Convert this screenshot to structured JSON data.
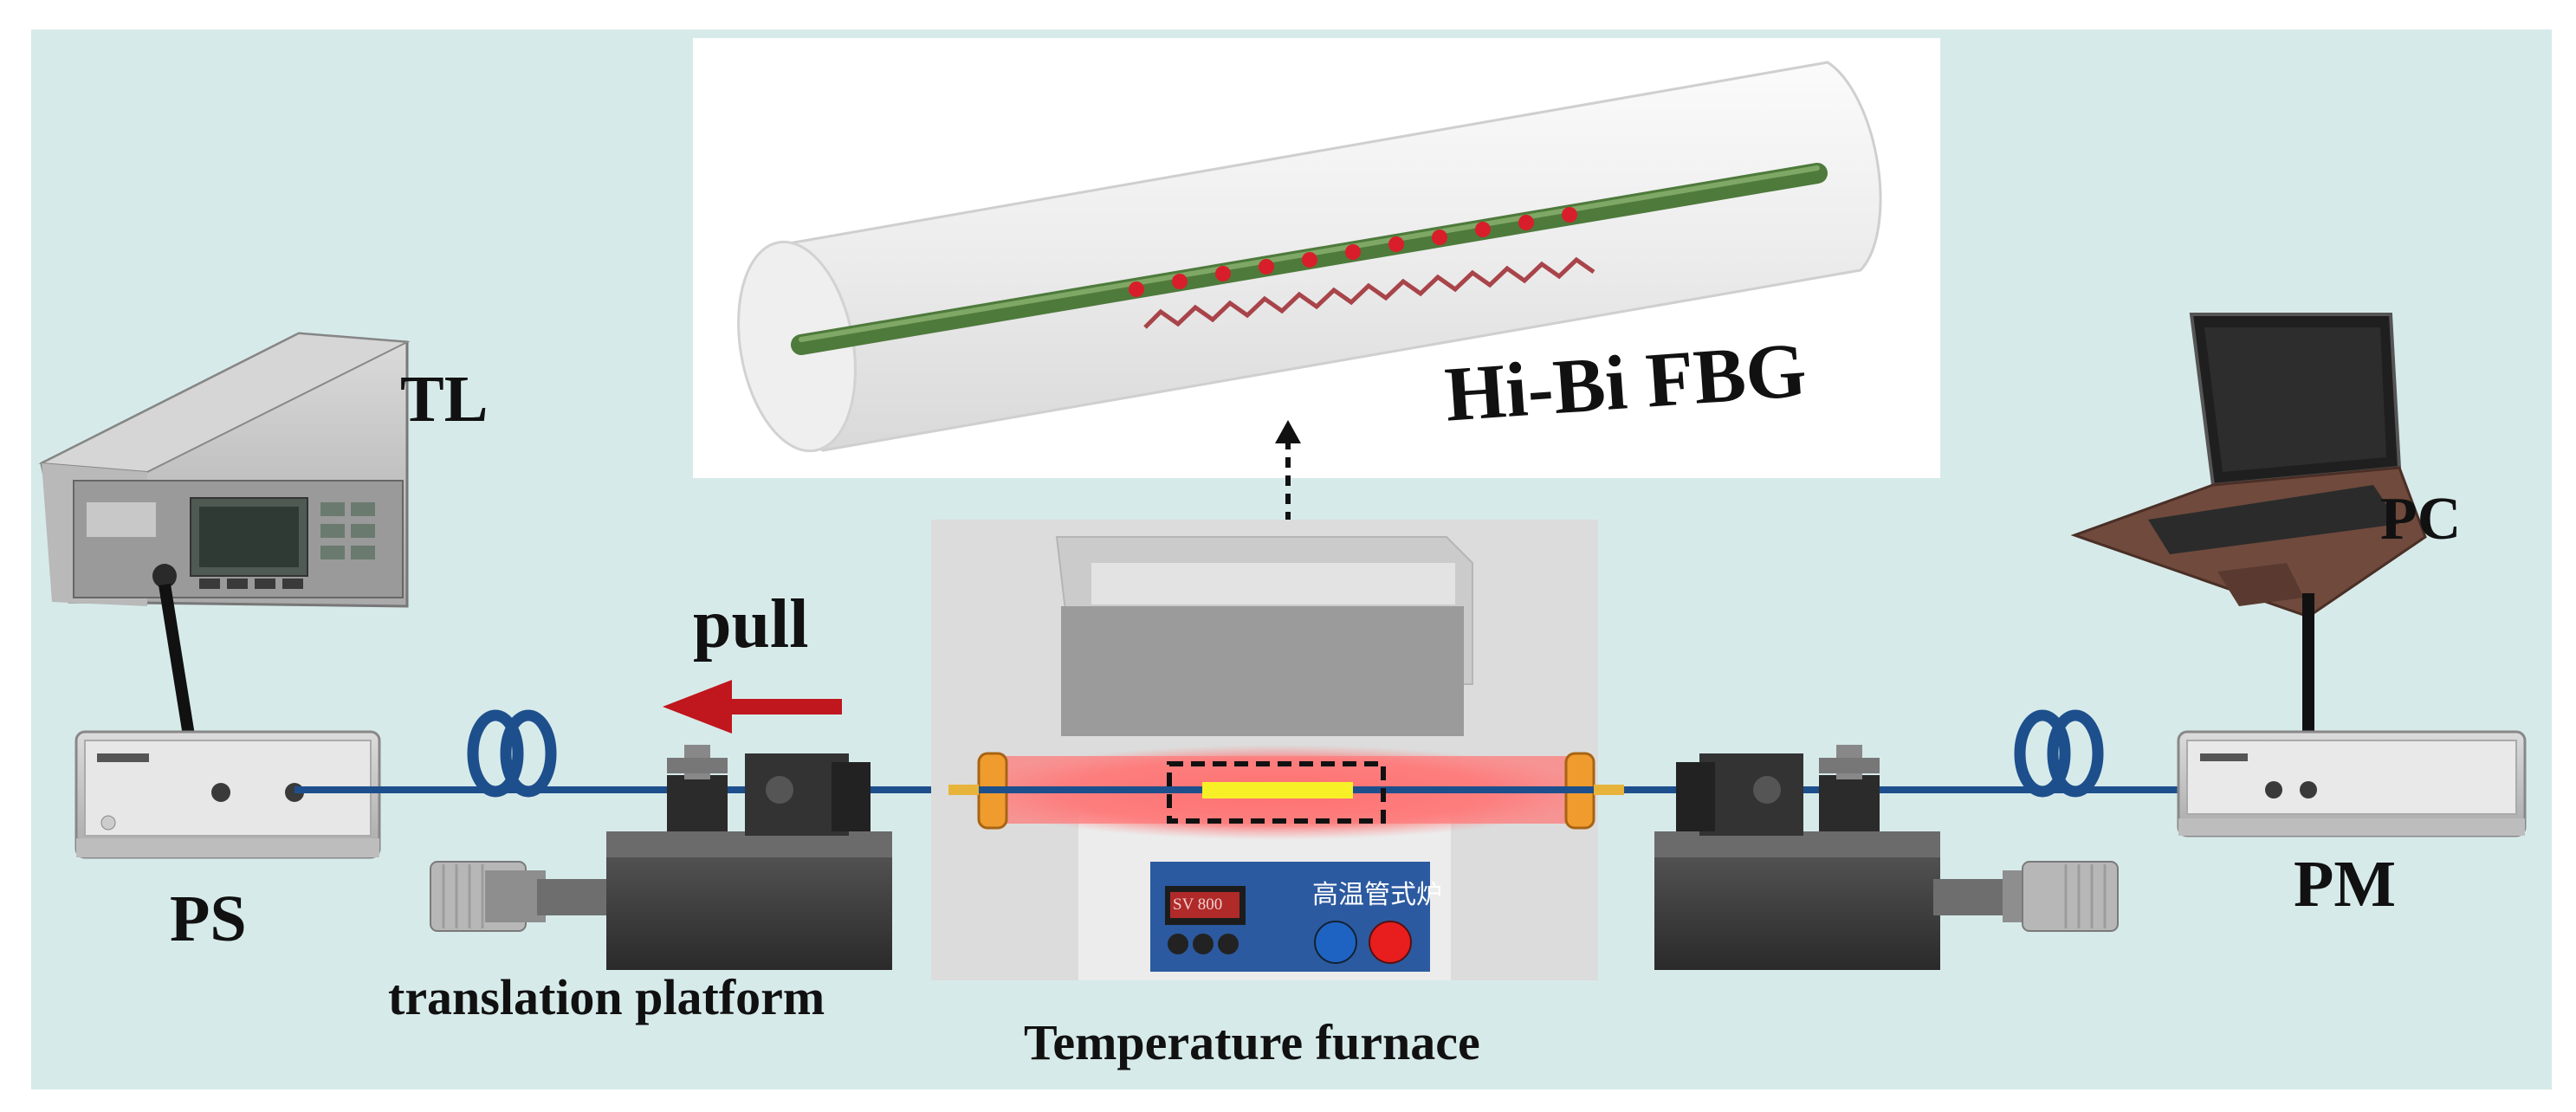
{
  "labels": {
    "tl": "TL",
    "ps": "PS",
    "pull": "pull",
    "translation_platform": "translation platform",
    "temperature_furnace": "Temperature furnace",
    "hibi_fbg": "Hi-Bi FBG",
    "pc": "PC",
    "pm": "PM"
  },
  "furnace_panel": {
    "sv_display": "SV 800",
    "chinese_label": "高温管式炉"
  },
  "colors": {
    "background": "#d7eaea",
    "fiber": "#1d4f8c",
    "pull_arrow": "#c0161d",
    "hot_glow": "#ff5a5a",
    "fbg_segment": "#f7f027",
    "grating_points": "#d81e2a",
    "fiber_core": "#4e7a3c"
  },
  "icons": {
    "tunable_laser": "tunable-laser-icon",
    "polarization_scrambler": "polarization-scrambler-icon",
    "power_meter": "power-meter-icon",
    "laptop": "laptop-icon",
    "fiber_coil": "fiber-coil-icon",
    "translation_stage": "translation-stage-icon",
    "tube_furnace": "tube-furnace-icon"
  }
}
